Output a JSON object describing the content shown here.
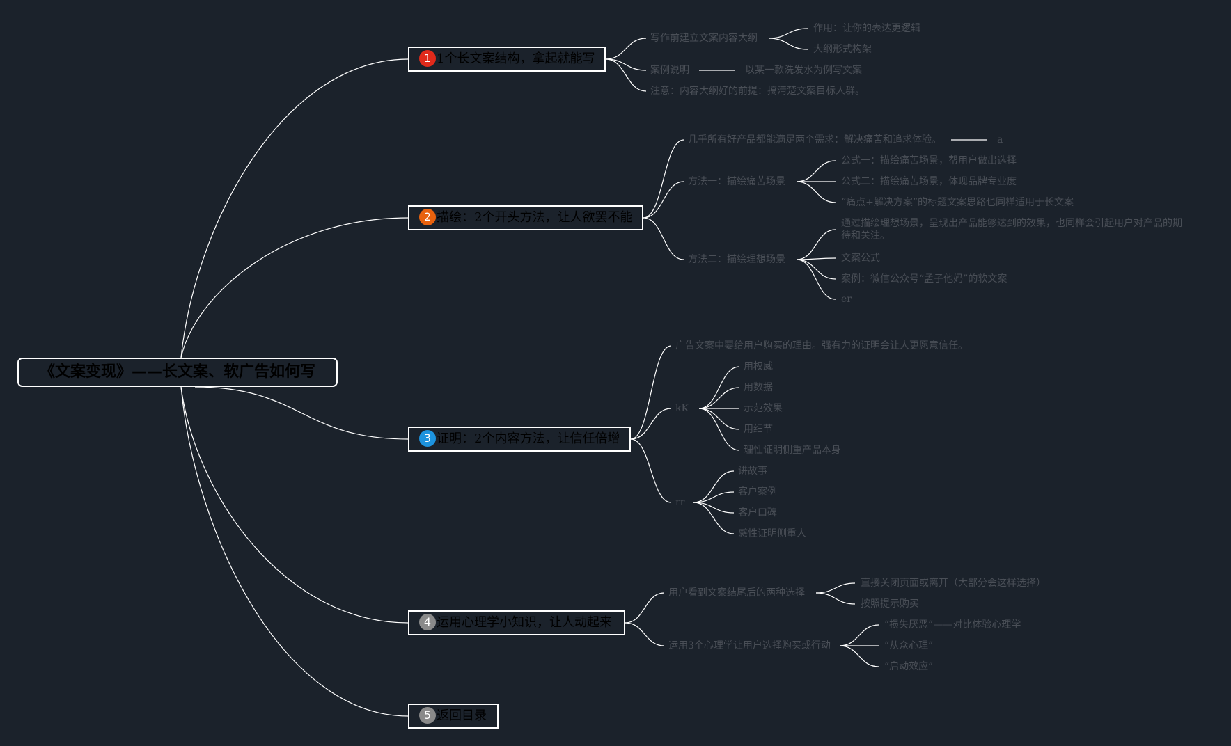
{
  "colors": {
    "background": "#1b222b",
    "line": "#ffffff",
    "text": "#000000",
    "leaf_text": "#4a4f57"
  },
  "root": {
    "label": "《文案变现》——长文案、软广告如何写"
  },
  "branches": [
    {
      "number": "1",
      "badge_color": "#e02a1b",
      "label": "1个长文案结构，拿起就能写"
    },
    {
      "number": "2",
      "badge_color": "#e8620e",
      "label": "描绘：2个开头方法，让人欲罢不能"
    },
    {
      "number": "3",
      "badge_color": "#1d93de",
      "label": "证明：2个内容方法，让信任倍增"
    },
    {
      "number": "4",
      "badge_color": "#8a8a8a",
      "label": "运用心理学小知识，让人动起来"
    },
    {
      "number": "5",
      "badge_color": "#8a8a8a",
      "label": "返回目录"
    }
  ],
  "b1": {
    "outline": "写作前建立文案内容大纲",
    "outline_role": "作用：让你的表达更逻辑",
    "outline_form": "大纲形式构架",
    "case": "案例说明",
    "case_detail": "以某一款洗发水为例写文案",
    "note": "注意：内容大纲好的前提：搞清楚文案目标人群。"
  },
  "b2": {
    "needs": "几乎所有好产品都能满足两个需求：解决痛苦和追求体验。",
    "needs_child": "a",
    "m1": "方法一：描绘痛苦场景",
    "m1_f1": "公式一：描绘痛苦场景，帮用户做出选择",
    "m1_f2": "公式二：描绘痛苦场景，体现品牌专业度",
    "m1_f3": "“痛点+解决方案”的标题文案思路也同样适用于长文案",
    "m2": "方法二：描绘理想场景",
    "m2_c1": "通过描绘理想场景，呈现出产品能够达到的效果，也同样会引起用户对产品的期待和关注。",
    "m2_c2": "文案公式",
    "m2_c3": "案例：微信公众号“孟子他妈”的软文案",
    "m2_c4": "er"
  },
  "b3": {
    "reason": "广告文案中要给用户购买的理由。强有力的证明会让人更愿意信任。",
    "g1": "kK",
    "g1_c1": "用权威",
    "g1_c2": "用数据",
    "g1_c3": "示范效果",
    "g1_c4": "用细节",
    "g1_c5": "理性证明侧重产品本身",
    "g2": "rr",
    "g2_c1": "讲故事",
    "g2_c2": "客户案例",
    "g2_c3": "客户口碑",
    "g2_c4": "感性证明侧重人"
  },
  "b4": {
    "choice": "用户看到文案结尾后的两种选择",
    "choice_c1": "直接关闭页面或离开（大部分会这样选择）",
    "choice_c2": "按照提示购买",
    "psy": "运用3个心理学让用户选择购买或行动",
    "psy_c1": "“损失厌恶”——对比体验心理学",
    "psy_c2": "“从众心理”",
    "psy_c3": "“启动效应”"
  }
}
